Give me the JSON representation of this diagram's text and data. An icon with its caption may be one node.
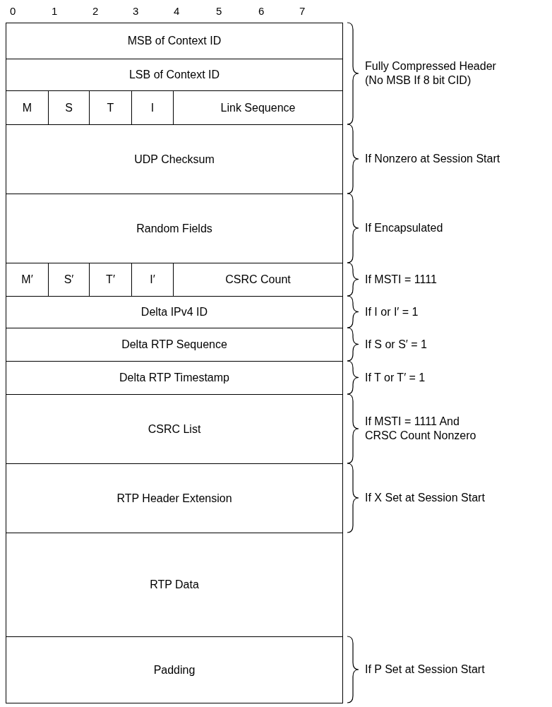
{
  "diagram": {
    "nodes": [
      {
        "text": [
          "MSB of Context ID"
        ]
      },
      {
        "text": [
          "LSB of Context ID"
        ]
      },
      {
        "text": [
          "M"
        ]
      },
      {
        "text": [
          "S"
        ]
      },
      {
        "text": [
          "T"
        ]
      },
      {
        "text": [
          "I"
        ]
      },
      {
        "text": [
          "Link Sequence"
        ]
      },
      {
        "text": [
          "UDP Checksum"
        ]
      },
      {
        "text": [
          "Random Fields"
        ]
      },
      {
        "text": [
          "M′"
        ]
      },
      {
        "text": [
          "S′"
        ]
      },
      {
        "text": [
          "T′"
        ]
      },
      {
        "text": [
          "I′"
        ]
      },
      {
        "text": [
          "CSRC Count"
        ]
      },
      {
        "text": [
          "Delta IPv4 ID"
        ]
      },
      {
        "text": [
          "Delta RTP Sequence"
        ]
      },
      {
        "text": [
          "Delta RTP Timestamp"
        ]
      },
      {
        "text": [
          "CSRC List"
        ]
      },
      {
        "text": [
          "RTP Header Extension"
        ]
      },
      {
        "text": [
          "RTP Data"
        ]
      },
      {
        "text": [
          "Padding"
        ]
      }
    ],
    "labels": [
      "0",
      "1",
      "2",
      "3",
      "4",
      "5",
      "6",
      "7",
      "Fully Compressed Header (No MSB If 8 bit CID)",
      "If Nonzero at Session Start",
      "If Encapsulated",
      "If MSTI = 1111",
      "If I or I′ = 1",
      "If S or S′ = 1",
      "If T or T′ = 1",
      "If MSTI = 1111 And CRSC Count Nonzero",
      "If X Set at Session Start",
      "If P Set at Session Start"
    ]
  }
}
